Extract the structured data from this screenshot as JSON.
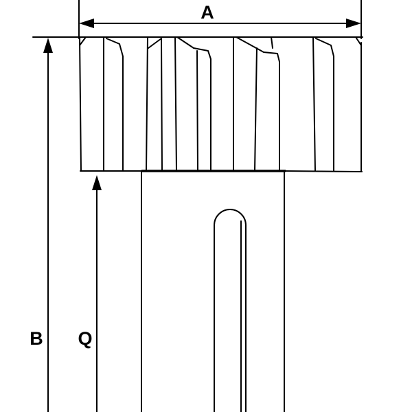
{
  "dimensions": {
    "a_label": "A",
    "b_label": "B",
    "q_label": "Q"
  }
}
